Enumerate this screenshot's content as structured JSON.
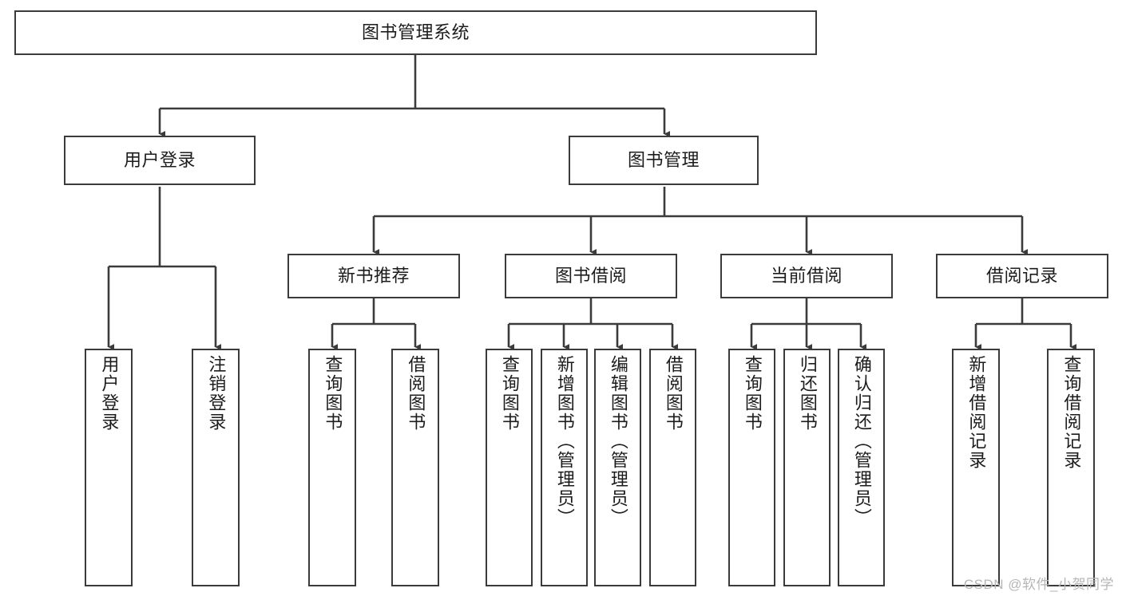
{
  "diagram": {
    "title": "图书管理系统",
    "type": "hierarchy-tree",
    "watermark": "CSDN @软件_小贺同学",
    "colors": {
      "background": "#ffffff",
      "box_border": "#3b3b3b",
      "box_fill": "#ffffff",
      "text": "#1c1c1c",
      "edge": "#3b3b3b",
      "watermark": "#b6b6b6"
    },
    "nodes": {
      "root": {
        "label": "图书管理系统"
      },
      "level2": [
        {
          "id": "user-login",
          "label": "用户登录"
        },
        {
          "id": "book-manage",
          "label": "图书管理"
        }
      ],
      "level3": [
        {
          "id": "new-book-recommend",
          "label": "新书推荐"
        },
        {
          "id": "book-borrow",
          "label": "图书借阅"
        },
        {
          "id": "current-borrow",
          "label": "当前借阅"
        },
        {
          "id": "borrow-record",
          "label": "借阅记录"
        }
      ],
      "leaves": {
        "user_login": [
          {
            "id": "leaf-user-login",
            "label": "用户登录"
          },
          {
            "id": "leaf-logout-login",
            "label": "注销登录"
          }
        ],
        "new_book_recommend": [
          {
            "id": "leaf-query-book-1",
            "label": "查询图书"
          },
          {
            "id": "leaf-borrow-book-1",
            "label": "借阅图书"
          }
        ],
        "book_borrow": [
          {
            "id": "leaf-query-book-2",
            "label": "查询图书"
          },
          {
            "id": "leaf-add-book",
            "label": "新增图书（管理员）"
          },
          {
            "id": "leaf-edit-book",
            "label": "编辑图书（管理员）"
          },
          {
            "id": "leaf-borrow-book-2",
            "label": "借阅图书"
          }
        ],
        "current_borrow": [
          {
            "id": "leaf-query-book-3",
            "label": "查询图书"
          },
          {
            "id": "leaf-return-book",
            "label": "归还图书"
          },
          {
            "id": "leaf-confirm-return",
            "label": "确认归还（管理员）"
          }
        ],
        "borrow_record": [
          {
            "id": "leaf-add-record",
            "label": "新增借阅记录"
          },
          {
            "id": "leaf-query-record",
            "label": "查询借阅记录"
          }
        ]
      }
    }
  }
}
